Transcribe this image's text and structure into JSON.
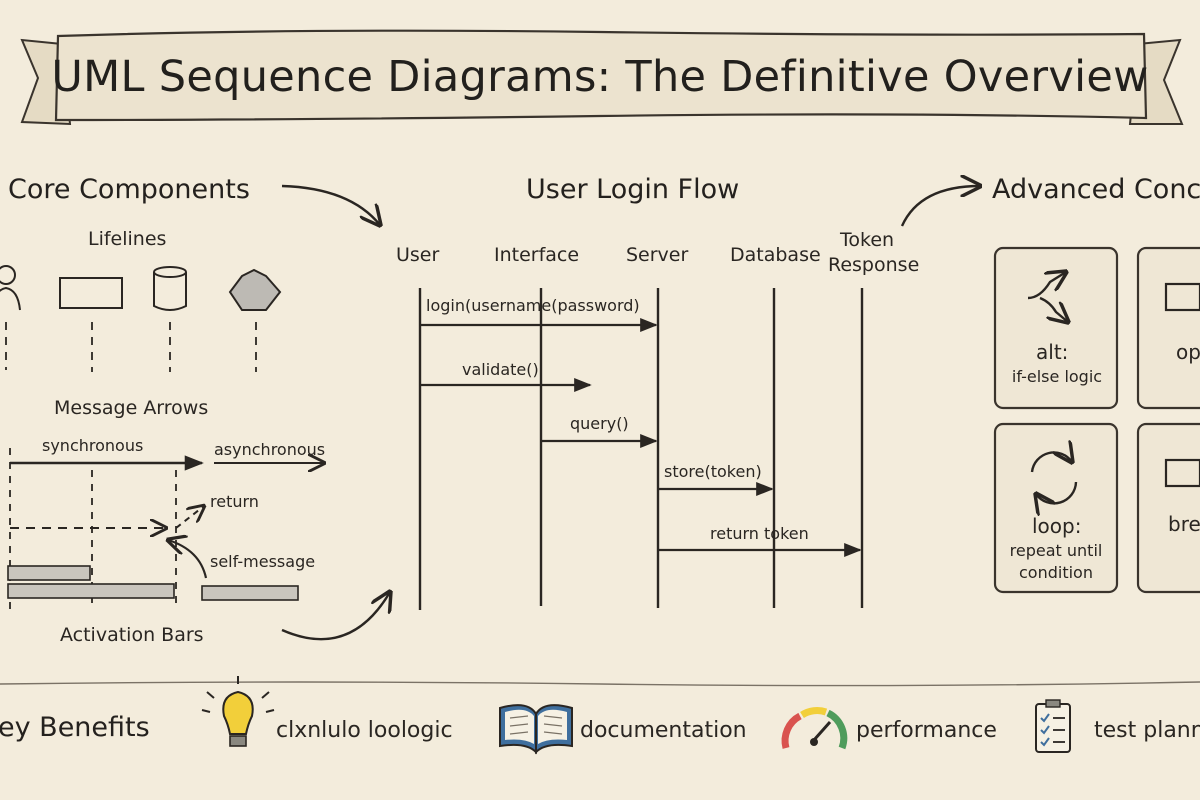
{
  "title": "UML Sequence Diagrams: The Definitive Overview",
  "core": {
    "title": "Core Components",
    "lifelines_label": "Lifelines",
    "message_arrows_label": "Message Arrows",
    "synchronous": "synchronous",
    "asynchronous": "asynchronous",
    "return": "return",
    "self_message": "self-message",
    "activation_bars": "Activation Bars"
  },
  "flow": {
    "title": "User Login Flow",
    "participants": [
      "User",
      "Interface",
      "Server",
      "Database"
    ],
    "token_line1": "Token",
    "token_line2": "Response",
    "messages": [
      "login(username(password)",
      "validate()",
      "query()",
      "store(token)",
      "return token"
    ]
  },
  "advanced": {
    "title": "Advanced Conc",
    "alt_title": "alt:",
    "alt_desc": "if-else logic",
    "opt_partial": "op",
    "loop_title": "loop:",
    "loop_desc1": "repeat until",
    "loop_desc2": "condition",
    "break_partial": "bre"
  },
  "benefits": {
    "title": "ey Benefits",
    "items": [
      "clxnlulo loologic",
      "documentation",
      "performance",
      "test planni"
    ]
  },
  "icons": [
    "bulb-icon",
    "book-icon",
    "gauge-icon",
    "checklist-icon"
  ],
  "colors": {
    "background": "#f3ecdc",
    "ink": "#2a2622",
    "banner": "#ece3cf",
    "bulb": "#f2cf3a",
    "book": "#3f6f9e",
    "gauge_red": "#d9534f",
    "gauge_green": "#4f9c5c",
    "gauge_blue": "#3f6f9e"
  }
}
